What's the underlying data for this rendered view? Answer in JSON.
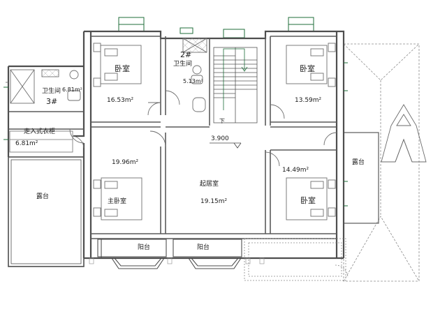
{
  "rooms": {
    "bedroom_nw": {
      "name": "卧室",
      "area": "16.53m²"
    },
    "bathroom_2": {
      "number": "2#",
      "name": "卫生间",
      "area": "5.13m²"
    },
    "bedroom_ne": {
      "name": "卧室",
      "area": "13.59m²"
    },
    "bathroom_3": {
      "name": "卫生间",
      "area": "6.81m²",
      "number": "3#"
    },
    "walk_in_closet": {
      "name": "走入式衣柜",
      "area": "6.81m²"
    },
    "elevation": "3.900",
    "master_bedroom": {
      "name": "主卧室",
      "area": "19.96m²"
    },
    "living_room": {
      "name": "起居室",
      "area": "19.15m²"
    },
    "bedroom_se": {
      "name": "卧室",
      "area": "14.49m²"
    },
    "terrace_left": {
      "name": "露台"
    },
    "terrace_right": {
      "name": "露台"
    },
    "balcony_left": {
      "name": "阳台"
    },
    "balcony_right": {
      "name": "阳台"
    },
    "stair_mark": "下"
  },
  "colors": {
    "wall": "#5a5a5a",
    "furniture": "#6e6e6e",
    "window": "#1f6e3a",
    "dashed": "#9a9a9a"
  }
}
